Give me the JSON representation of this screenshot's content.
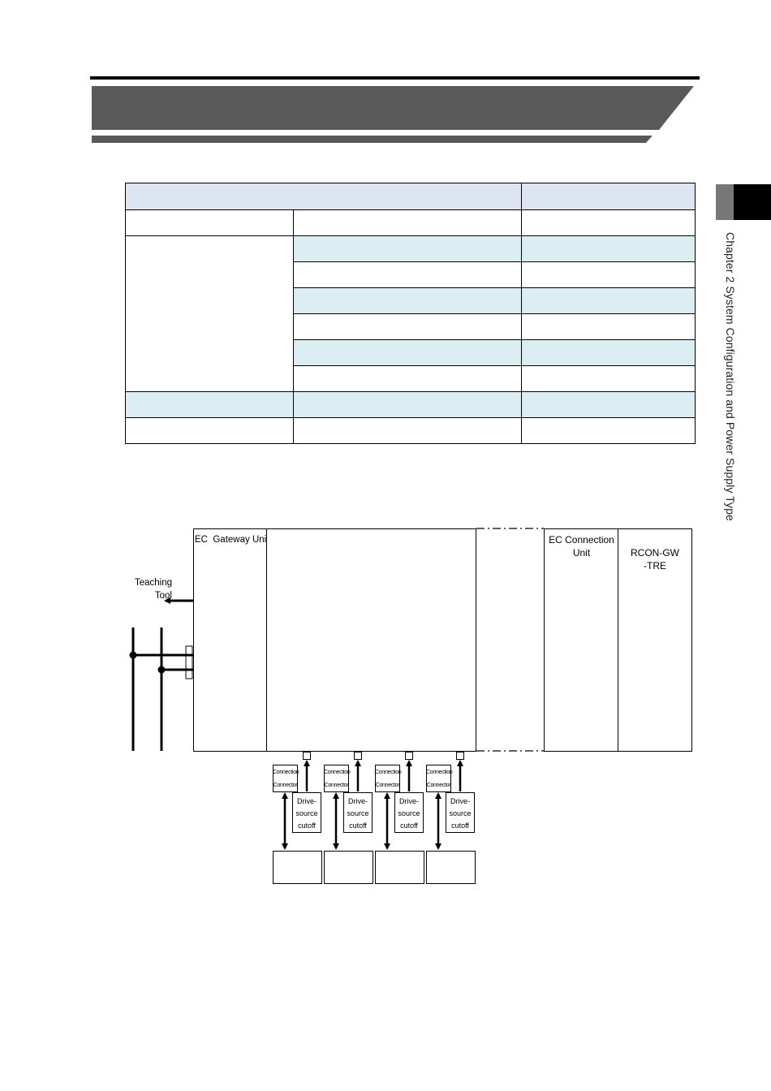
{
  "sidebar": {
    "chapter_text": "Chapter 2 System Configuration and Power Supply Type"
  },
  "table": {
    "header": [
      "",
      ""
    ],
    "rows": [
      [
        "",
        "",
        ""
      ],
      [
        "",
        "",
        ""
      ],
      [
        "",
        ""
      ],
      [
        "",
        ""
      ],
      [
        "",
        ""
      ],
      [
        "",
        ""
      ],
      [
        "",
        ""
      ],
      [
        "",
        "",
        ""
      ],
      [
        "",
        "",
        ""
      ]
    ]
  },
  "diagram": {
    "gateway_label": "EC  Gateway Unit",
    "ec_connection_label": "EC Connection\nUnit",
    "rcon_label": "RCON-GW\n-TRE",
    "teaching_tool_label": "Teaching\nTool",
    "connection_connector_label": "Connection\nConnector",
    "drive_source_cutoff_label": "Drive-\nsource\ncutoff",
    "slots": [
      {
        "connector": "Connection\nConnector",
        "cutoff": "Drive-\nsource\ncutoff"
      },
      {
        "connector": "Connection\nConnector",
        "cutoff": "Drive-\nsource\ncutoff"
      },
      {
        "connector": "Connection\nConnector",
        "cutoff": "Drive-\nsource\ncutoff"
      },
      {
        "connector": "Connection\nConnector",
        "cutoff": "Drive-\nsource\ncutoff"
      }
    ]
  }
}
